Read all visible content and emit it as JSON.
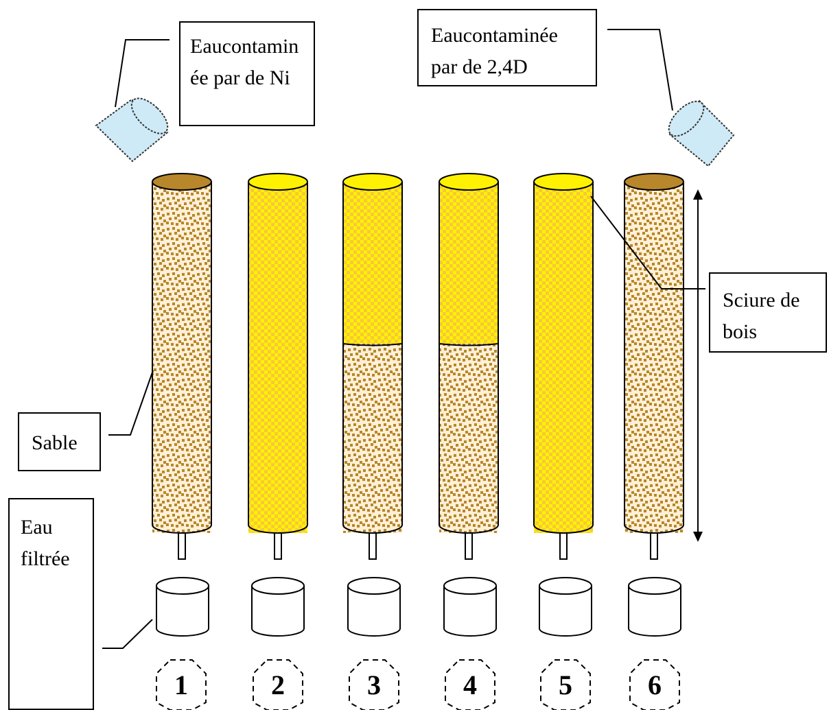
{
  "labels": {
    "contaminated_ni": "Eaucontaminée par de Ni",
    "contaminated_24d": "Eaucontaminée par de 2,4D",
    "sawdust": "Sciure de bois",
    "sand": "Sable",
    "filtered_water": "Eau filtrée"
  },
  "columns": [
    {
      "number": "1",
      "fill": "sand"
    },
    {
      "number": "2",
      "fill": "sawdust"
    },
    {
      "number": "3",
      "fill": "sawdust-over-sand"
    },
    {
      "number": "4",
      "fill": "sawdust-over-sand"
    },
    {
      "number": "5",
      "fill": "sawdust"
    },
    {
      "number": "6",
      "fill": "sand"
    }
  ],
  "colors": {
    "sawdust": "#FFF200",
    "sawdust_pattern": "#F5C542",
    "sand_base": "#FFF0D6",
    "sand_grain": "#B8862B",
    "cup": "#CFEAF7",
    "top_sand": "#B8862B"
  }
}
